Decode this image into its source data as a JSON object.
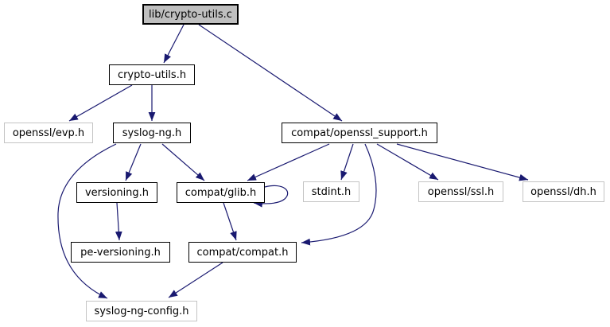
{
  "diagram": {
    "kind": "include-dependency-graph",
    "root_file": "lib/crypto-utils.c",
    "colors": {
      "edge": "#191970",
      "documented_node_border": "#000000",
      "external_node_border": "#c4c4c4",
      "root_node_fill": "#bfbfbf",
      "node_fill": "#ffffff",
      "text": "#000000",
      "background": "#ffffff"
    }
  },
  "nodes": [
    {
      "id": "lib-crypto-utils-c",
      "label": "lib/crypto-utils.c",
      "kind": "root"
    },
    {
      "id": "crypto-utils-h",
      "label": "crypto-utils.h",
      "kind": "documented"
    },
    {
      "id": "openssl-evp-h",
      "label": "openssl/evp.h",
      "kind": "external"
    },
    {
      "id": "syslog-ng-h",
      "label": "syslog-ng.h",
      "kind": "documented"
    },
    {
      "id": "compat-openssl-support-h",
      "label": "compat/openssl_support.h",
      "kind": "documented"
    },
    {
      "id": "versioning-h",
      "label": "versioning.h",
      "kind": "documented"
    },
    {
      "id": "compat-glib-h",
      "label": "compat/glib.h",
      "kind": "documented"
    },
    {
      "id": "stdint-h",
      "label": "stdint.h",
      "kind": "external"
    },
    {
      "id": "openssl-ssl-h",
      "label": "openssl/ssl.h",
      "kind": "external"
    },
    {
      "id": "openssl-dh-h",
      "label": "openssl/dh.h",
      "kind": "external"
    },
    {
      "id": "pe-versioning-h",
      "label": "pe-versioning.h",
      "kind": "documented"
    },
    {
      "id": "compat-compat-h",
      "label": "compat/compat.h",
      "kind": "documented"
    },
    {
      "id": "syslog-ng-config-h",
      "label": "syslog-ng-config.h",
      "kind": "external"
    }
  ],
  "edges": [
    {
      "from": "lib/crypto-utils.c",
      "to": "crypto-utils.h"
    },
    {
      "from": "lib/crypto-utils.c",
      "to": "compat/openssl_support.h"
    },
    {
      "from": "crypto-utils.h",
      "to": "openssl/evp.h"
    },
    {
      "from": "crypto-utils.h",
      "to": "syslog-ng.h"
    },
    {
      "from": "syslog-ng.h",
      "to": "versioning.h"
    },
    {
      "from": "syslog-ng.h",
      "to": "compat/glib.h"
    },
    {
      "from": "syslog-ng.h",
      "to": "syslog-ng-config.h"
    },
    {
      "from": "compat/openssl_support.h",
      "to": "compat/glib.h"
    },
    {
      "from": "compat/openssl_support.h",
      "to": "stdint.h"
    },
    {
      "from": "compat/openssl_support.h",
      "to": "openssl/ssl.h"
    },
    {
      "from": "compat/openssl_support.h",
      "to": "openssl/dh.h"
    },
    {
      "from": "compat/openssl_support.h",
      "to": "compat/compat.h"
    },
    {
      "from": "versioning.h",
      "to": "pe-versioning.h"
    },
    {
      "from": "compat/glib.h",
      "to": "compat/glib.h"
    },
    {
      "from": "compat/glib.h",
      "to": "compat/compat.h"
    },
    {
      "from": "compat/compat.h",
      "to": "syslog-ng-config.h"
    }
  ]
}
